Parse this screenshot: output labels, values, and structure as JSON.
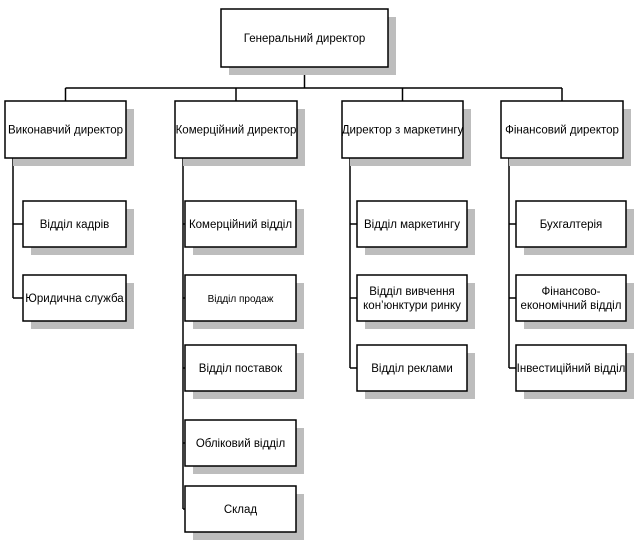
{
  "root": {
    "label": "Генеральний директор"
  },
  "branches": [
    {
      "label": "Виконавчий директор",
      "children": [
        {
          "lines": [
            "Відділ кадрів"
          ]
        },
        {
          "lines": [
            "Юридична служба"
          ]
        }
      ]
    },
    {
      "label": "Комерційний директор",
      "children": [
        {
          "lines": [
            "Комерційний відділ"
          ]
        },
        {
          "lines": [
            "Відділ продаж"
          ],
          "small": true
        },
        {
          "lines": [
            "Відділ поставок"
          ]
        },
        {
          "lines": [
            "Обліковий відділ"
          ]
        },
        {
          "lines": [
            "Склад"
          ]
        }
      ]
    },
    {
      "label": "Директор з маркетингу",
      "children": [
        {
          "lines": [
            "Відділ маркетингу"
          ]
        },
        {
          "lines": [
            "Відділ вивчення",
            "кон’юнктури ринку"
          ]
        },
        {
          "lines": [
            "Відділ реклами"
          ]
        }
      ]
    },
    {
      "label": "Фінансовий директор",
      "children": [
        {
          "lines": [
            "Бухгалтерія"
          ]
        },
        {
          "lines": [
            "Фінансово-",
            "економічний відділ"
          ]
        },
        {
          "lines": [
            "Інвестиційний відділ"
          ]
        }
      ]
    }
  ]
}
